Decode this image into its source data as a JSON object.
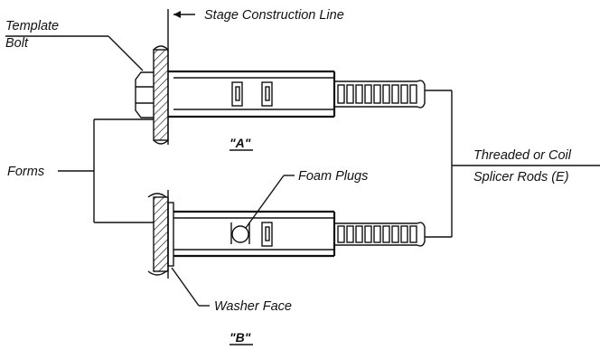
{
  "labels": {
    "template_bolt_line1": "Template",
    "template_bolt_line2": "Bolt",
    "stage_construction_line": "Stage Construction Line",
    "forms": "Forms",
    "foam_plugs": "Foam Plugs",
    "threaded_line1": "Threaded or Coil",
    "threaded_line2": "Splicer Rods (E)",
    "washer_face": "Washer Face",
    "detail_a": "\"A\"",
    "detail_b": "\"B\""
  }
}
